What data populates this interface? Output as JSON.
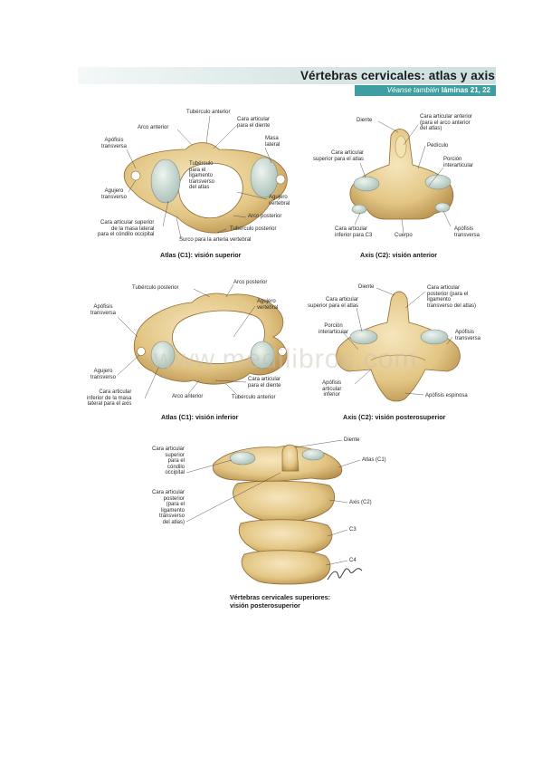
{
  "page": {
    "title": "Vértebras cervicales: atlas y axis",
    "see_also_prefix": "Véanse también",
    "see_also_ref": "láminas 21, 22"
  },
  "watermark": "www.medilibros.com",
  "signature": "F. Netter",
  "colors": {
    "bone": "#e9d29a",
    "bone_dark": "#b8904c",
    "cartilage": "#c9d9d2",
    "band": "#cddfe0",
    "accent": "#3e9ea1"
  },
  "atlas_superior": {
    "caption": "Atlas (C1): visión superior",
    "labels": {
      "tuberculo_anterior": "Tubérculo anterior",
      "arco_anterior": "Arco anterior",
      "cara_articular_diente": "Cara articular\npara el diente",
      "apofisis_transversa": "Apófisis\ntransversa",
      "masa_lateral": "Masa\nlateral",
      "tuberculo_ligamento": "Tubérculo\npara el\nligamento\ntransverso\ndel atlas",
      "agujero_transverso": "Agujero\ntransverso",
      "agujero_vertebral": "Agujero\nvertebral",
      "arco_posterior": "Arco posterior",
      "cara_articular_superior": "Cara articular superior\nde la masa lateral\npara el cóndilo occipital",
      "tuberculo_posterior": "Tubérculo posterior",
      "surco_arteria": "Surco para la arteria vertebral"
    }
  },
  "axis_anterior": {
    "caption": "Axis (C2): visión anterior",
    "labels": {
      "diente": "Diente",
      "cara_articular_anterior": "Cara articular anterior\n(para el arco anterior\ndel atlas)",
      "pediculo": "Pedículo",
      "cara_articular_superior_atlas": "Cara articular\nsuperior para el atlas",
      "porcion_interarticular": "Porción\ninterarticular",
      "cara_articular_inferior": "Cara articular\ninferior para C3",
      "cuerpo": "Cuerpo",
      "apofisis_transversa": "Apófisis\ntransversa"
    }
  },
  "atlas_inferior": {
    "caption": "Atlas (C1): visión inferior",
    "labels": {
      "tuberculo_posterior": "Tubérculo posterior",
      "arco_posterior": "Arco posterior",
      "apofisis_transversa": "Apófisis\ntransversa",
      "agujero_vertebral": "Agujero\nvertebral",
      "agujero_transverso": "Agujero\ntransverso",
      "cara_articular_diente": "Cara articular\npara el diente",
      "cara_articular_inferior": "Cara articular\ninferior de la masa\nlateral para el axis",
      "arco_anterior": "Arco anterior",
      "tuberculo_anterior": "Tubérculo anterior"
    }
  },
  "axis_posterosuperior": {
    "caption": "Axis (C2): visión posterosuperior",
    "labels": {
      "diente": "Diente",
      "cara_articular_posterior": "Cara articular\nposterior (para el\nligamento\ntransverso del atlas)",
      "cara_articular_superior_atlas": "Cara articular\nsuperior para el atlas",
      "porcion_interarticular": "Porción\ninterarticular",
      "apofisis_transversa": "Apófisis\ntransversa",
      "apofisis_articular_inferior": "Apófisis\narticular\ninferior",
      "apofisis_espinosa": "Apófisis espinosa"
    }
  },
  "cervicales_superiores": {
    "caption": "Vértebras cervicales superiores:\nvisión posterosuperior",
    "labels": {
      "diente": "Diente",
      "atlas": "Atlas (C1)",
      "cara_articular_condilo": "Cara articular\nsuperior\npara el\ncóndilo\noccipital",
      "cara_articular_posterior": "Cara articular\nposterior\n(para el\nligamento\ntransverso\ndel atlas)",
      "axis": "Axis (C2)",
      "c3": "C3",
      "c4": "C4"
    }
  }
}
